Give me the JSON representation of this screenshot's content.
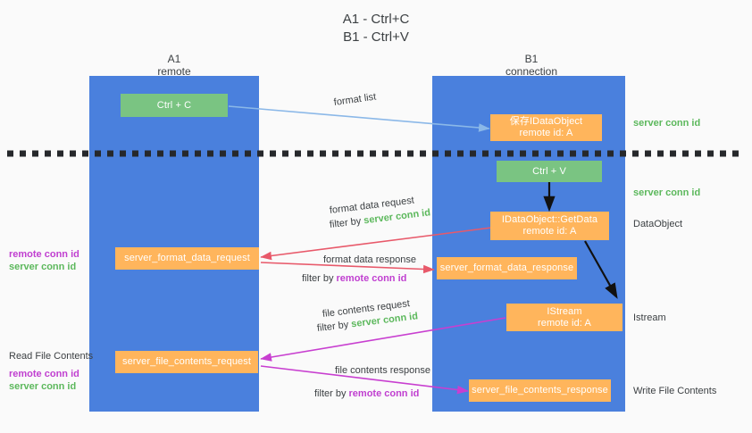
{
  "title": {
    "line1": "A1 - Ctrl+C",
    "line2": "B1 - Ctrl+V"
  },
  "colors": {
    "lane": "#4a80dd",
    "green_box": "#7ac482",
    "orange_box": "#ffb55c",
    "green_text": "#5cb85c",
    "purple_text": "#c03fd0",
    "blue_arrow": "#8bb8e8",
    "red_arrow": "#e8596a",
    "magenta_arrow": "#c83fd0",
    "black_arrow": "#000000",
    "background": "#fafafa"
  },
  "lanes": [
    {
      "id": "a1",
      "caption_line1": "A1",
      "caption_line2": "remote"
    },
    {
      "id": "b1",
      "caption_line1": "B1",
      "caption_line2": "connection"
    }
  ],
  "boxes": [
    {
      "id": "ctrl-c",
      "label": "Ctrl + C",
      "kind": "green"
    },
    {
      "id": "idataobject-save",
      "label": "保存IDataObject\nremote id: A",
      "kind": "orange"
    },
    {
      "id": "ctrl-v",
      "label": "Ctrl + V",
      "kind": "green"
    },
    {
      "id": "idataobject-getdata",
      "label": "IDataObject::GetData\nremote id: A",
      "kind": "orange"
    },
    {
      "id": "server-format-data-request",
      "label": "server_format_data_request",
      "kind": "orange"
    },
    {
      "id": "server-format-data-response",
      "label": "server_format_data_response",
      "kind": "orange"
    },
    {
      "id": "istream",
      "label": "IStream\nremote id: A",
      "kind": "orange"
    },
    {
      "id": "server-file-contents-request",
      "label": "server_file_contents_request",
      "kind": "orange"
    },
    {
      "id": "server-file-contents-response",
      "label": "server_file_contents_response",
      "kind": "orange"
    }
  ],
  "edge_labels": {
    "format_list": "format list",
    "format_data_request": "format data request",
    "format_data_request_filter_prefix": "filter by ",
    "format_data_request_filter_key": "server conn id",
    "format_data_response": "format data response",
    "format_data_response_filter_prefix": "filter by ",
    "format_data_response_filter_key": "remote conn id",
    "file_contents_request": "file contents request",
    "file_contents_request_filter_prefix": "filter by ",
    "file_contents_request_filter_key": "server conn id",
    "file_contents_response": "file contents response",
    "file_contents_response_filter_prefix": "filter by ",
    "file_contents_response_filter_key": "remote conn id"
  },
  "right_annotations": [
    {
      "id": "server-conn-id-top",
      "text": "server conn id",
      "style": "green"
    },
    {
      "id": "server-conn-id-second",
      "text": "server conn id",
      "style": "green"
    },
    {
      "id": "dataobject",
      "text": "DataObject",
      "style": "plain"
    },
    {
      "id": "istream-label",
      "text": "Istream",
      "style": "plain"
    },
    {
      "id": "write-file-contents",
      "text": "Write File Contents",
      "style": "plain"
    }
  ],
  "left_annotations": [
    {
      "id": "mid-remote-conn-id",
      "text": "remote conn id",
      "style": "purple"
    },
    {
      "id": "mid-server-conn-id",
      "text": "server conn id",
      "style": "green"
    },
    {
      "id": "read-file-contents",
      "text": "Read File Contents",
      "style": "plain"
    },
    {
      "id": "low-remote-conn-id",
      "text": "remote conn id",
      "style": "purple"
    },
    {
      "id": "low-server-conn-id",
      "text": "server conn id",
      "style": "green"
    }
  ]
}
